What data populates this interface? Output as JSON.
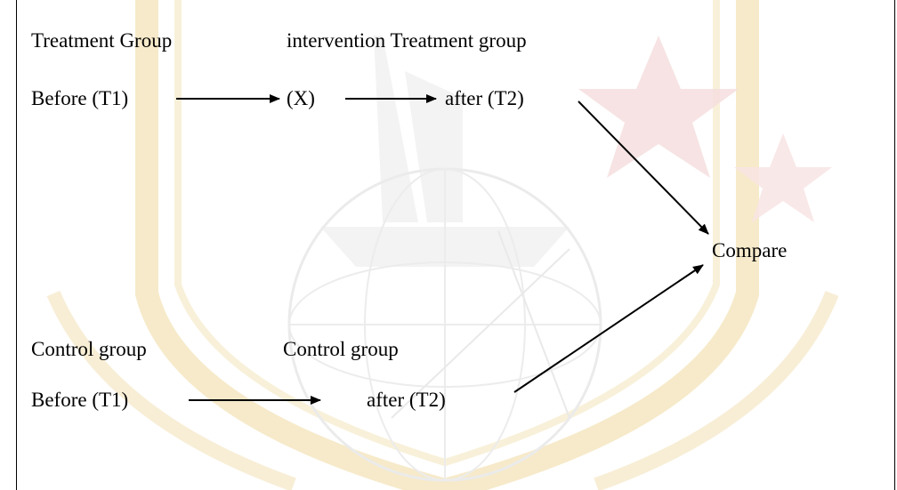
{
  "treatment": {
    "group_label": "Treatment Group",
    "intervention_label": "intervention Treatment group",
    "before": "Before (T1)",
    "intervention": "(X)",
    "after": "after (T2)"
  },
  "control": {
    "group_label": "Control group",
    "group_label_2": "Control group",
    "before": "Before (T1)",
    "after": "after (T2)"
  },
  "compare_label": "Compare",
  "colors": {
    "watermark_gold": "#f3e3b8",
    "watermark_red": "#f6dede",
    "watermark_gray": "#e9e9e9"
  }
}
